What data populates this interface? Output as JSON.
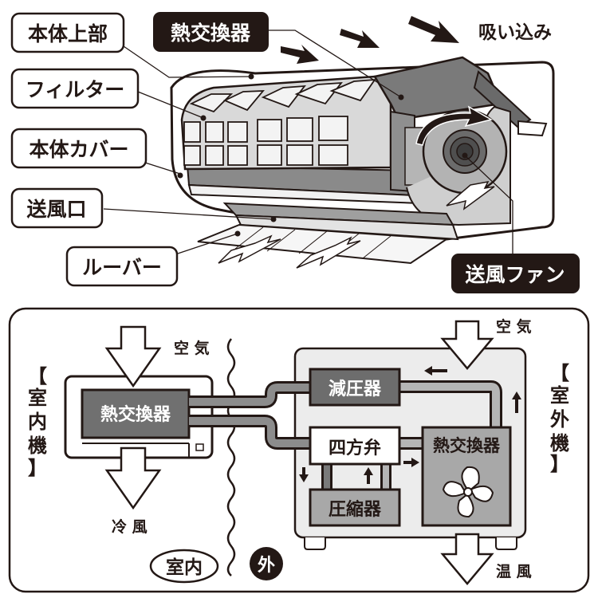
{
  "top_diagram": {
    "callouts": {
      "body_top": "本体上部",
      "filter": "フィルター",
      "body_cover": "本体カバー",
      "outlet": "送風口",
      "louver": "ルーバー",
      "heat_exchanger": "熱交換器",
      "fan": "送風ファン"
    },
    "intake": "吸い込み"
  },
  "bottom_diagram": {
    "indoor": {
      "side_label": [
        "【",
        "室",
        "内",
        "機",
        "】"
      ],
      "heat_exchanger": "熱交換器",
      "air_in": "空 気",
      "air_out": "冷 風"
    },
    "outdoor": {
      "side_label": [
        "【",
        "室",
        "外",
        "機",
        "】"
      ],
      "expansion_valve": "減圧器",
      "four_way_valve": "四方弁",
      "compressor": "圧縮器",
      "heat_exchanger": "熱交換器",
      "air_in": "空 気",
      "air_out": "温 風"
    },
    "zone_indoor": "室内",
    "zone_outdoor": "外"
  },
  "colors": {
    "ink": "#231815",
    "dark_fill": "#6d6d6d",
    "mid_fill": "#a8a8a8",
    "light_fill": "#ececec",
    "pipe_fill": "#8c8c8c",
    "white": "#ffffff"
  }
}
